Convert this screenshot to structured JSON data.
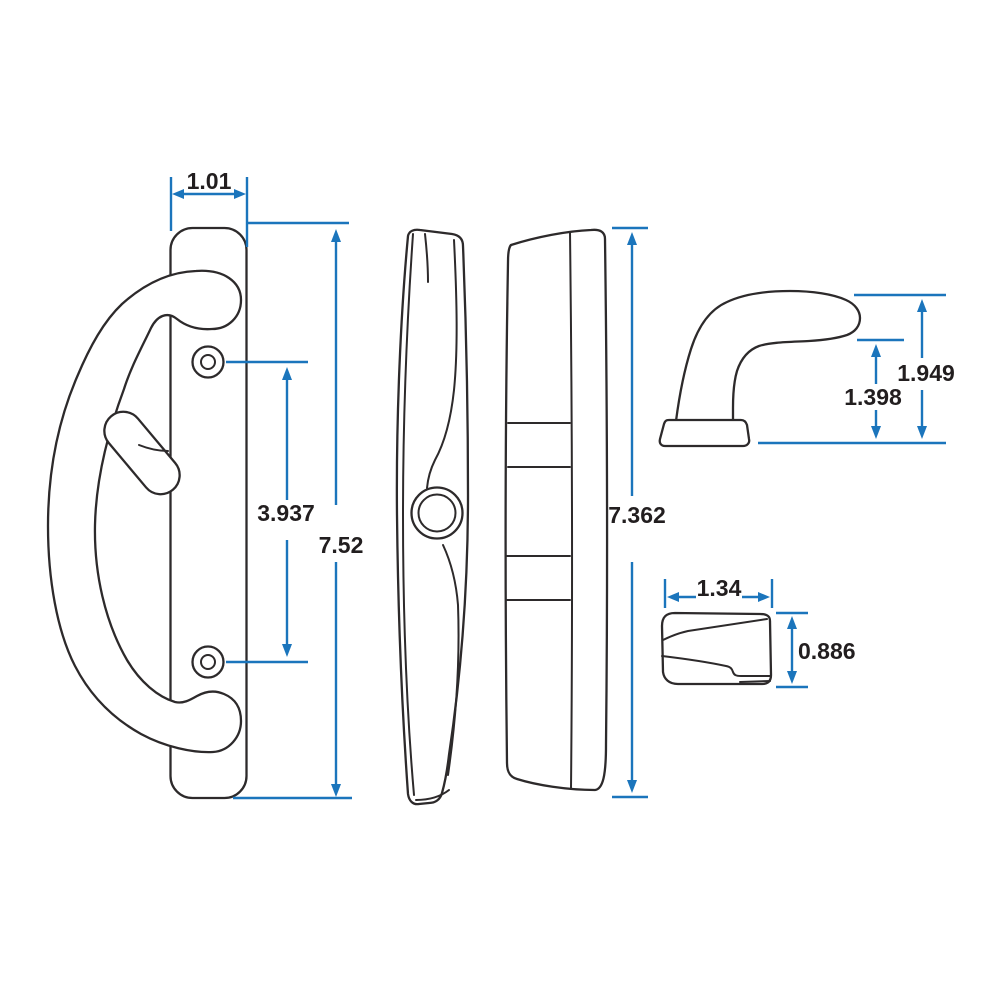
{
  "dims": {
    "plate_width": "1.01",
    "plate_height": "7.52",
    "hole_spacing": "3.937",
    "escutcheon_height": "7.362",
    "lever_height": "1.949",
    "lever_clearance": "1.398",
    "keeper_width": "1.34",
    "keeper_height": "0.886"
  },
  "colors": {
    "dimension_blue": "#1b75bc",
    "line_dark": "#2d2a2b",
    "background": "#ffffff"
  }
}
